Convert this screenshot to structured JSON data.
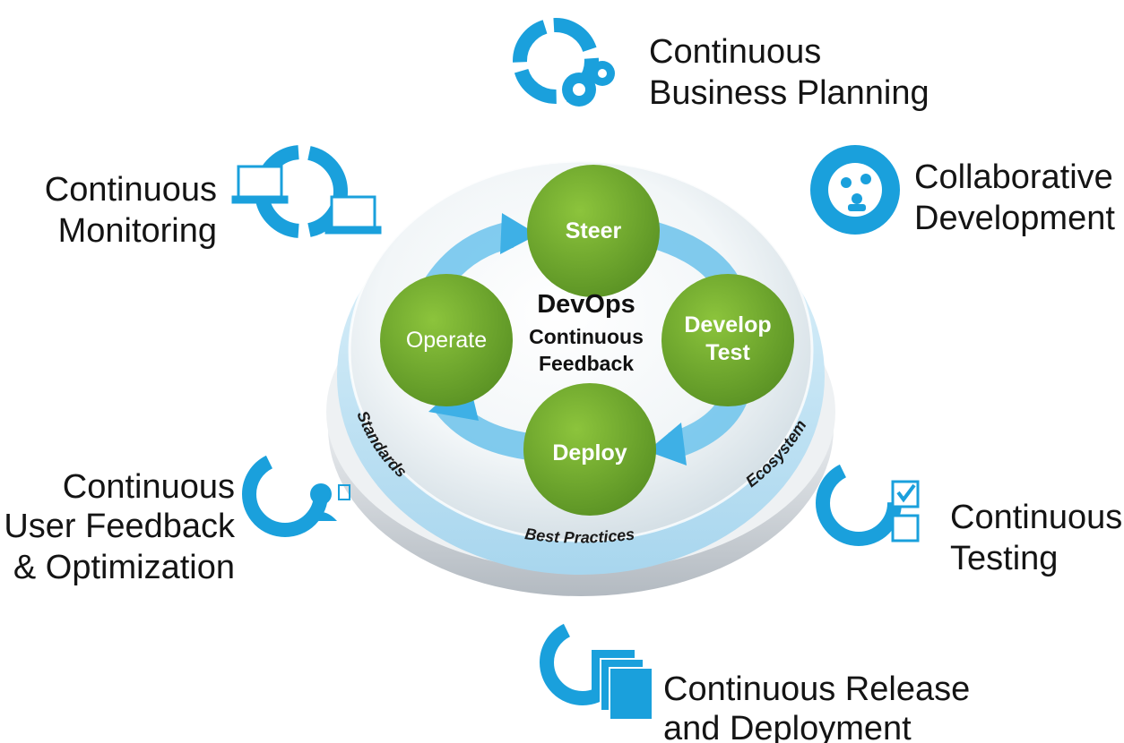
{
  "center": {
    "title": "DevOps",
    "line2": "Continuous",
    "line3": "Feedback"
  },
  "cycle": {
    "steer": "Steer",
    "develop_line1": "Develop",
    "develop_line2": "Test",
    "deploy": "Deploy",
    "operate": "Operate"
  },
  "rim": {
    "standards": "Standards",
    "best_practices": "Best Practices",
    "ecosystem": "Ecosystem"
  },
  "practices": {
    "business_planning": {
      "line1": "Continuous",
      "line2": "Business Planning",
      "icon": "gears-cycle-icon"
    },
    "collaborative_development": {
      "line1": "Collaborative",
      "line2": "Development",
      "icon": "people-cycle-icon"
    },
    "testing": {
      "line1": "Continuous",
      "line2": "Testing",
      "icon": "checkbox-cycle-icon"
    },
    "release_deployment": {
      "line1": "Continuous Release",
      "line2": "and Deployment",
      "icon": "documents-cycle-icon"
    },
    "user_feedback": {
      "line1": "Continuous",
      "line2": "User Feedback",
      "line3": "& Optimization",
      "icon": "user-feedback-cycle-icon"
    },
    "monitoring": {
      "line1": "Continuous",
      "line2": "Monitoring",
      "icon": "laptops-cycle-icon"
    }
  },
  "colors": {
    "accent_blue": "#1aa0dc",
    "node_green": "#6fa82c",
    "arrow_blue": "#6cc3ec",
    "disc_base": "#d9dde1",
    "text": "#141414"
  }
}
